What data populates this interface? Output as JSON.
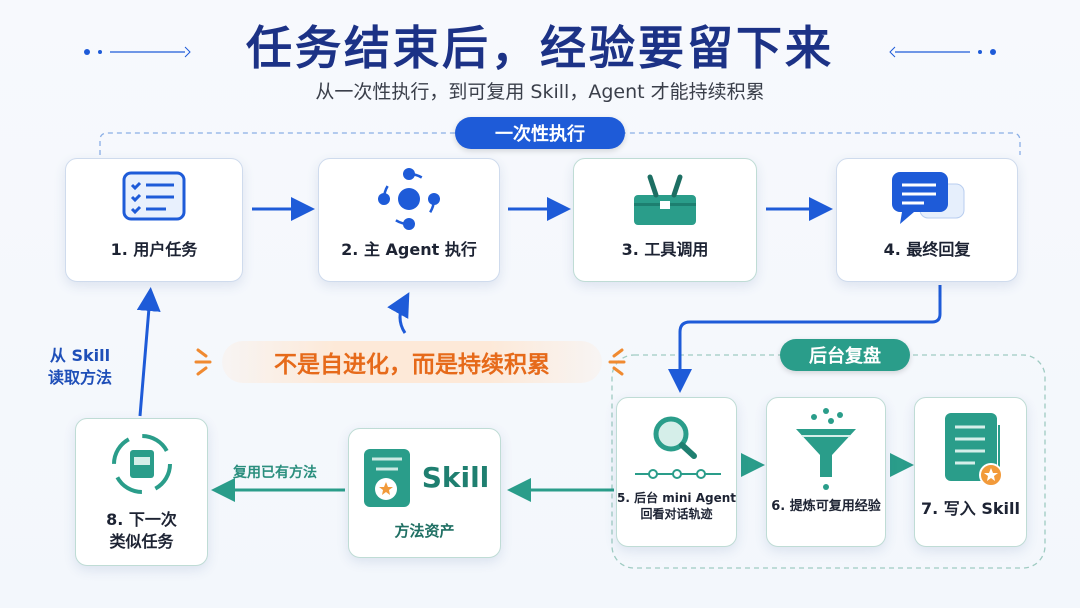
{
  "header": {
    "title": "任务结束后，经验要留下来",
    "subtitle": "从一次性执行，到可复用 Skill，Agent 才能持续积累"
  },
  "sections": {
    "one_time": "一次性执行",
    "review": "后台复盘"
  },
  "steps": [
    {
      "label": "1. 用户任务",
      "icon": "task-list-icon"
    },
    {
      "label": "2. 主 Agent 执行",
      "icon": "agent-cycle-icon"
    },
    {
      "label": "3. 工具调用",
      "icon": "toolbox-icon"
    },
    {
      "label": "4. 最终回复",
      "icon": "chat-bubble-icon"
    },
    {
      "label": "5. 后台 mini Agent",
      "label2": "回看对话轨迹",
      "icon": "magnifier-trace-icon"
    },
    {
      "label": "6. 提炼可复用经验",
      "icon": "funnel-icon"
    },
    {
      "label": "7. 写入 Skill",
      "icon": "document-star-icon"
    },
    {
      "label": "8. 下一次",
      "label2": "类似任务",
      "icon": "recycle-doc-icon"
    }
  ],
  "skill_asset": {
    "title": "Skill",
    "caption": "方法资产"
  },
  "edges": {
    "reuse": "复用已有方法",
    "read_line1": "从 Skill",
    "read_line2": "读取方法"
  },
  "banner": "不是自进化，而是持续积累",
  "colors": {
    "blue": "#1e5bd8",
    "teal": "#2a9d8a",
    "orange": "#e66a1a",
    "navy": "#1c3286"
  }
}
